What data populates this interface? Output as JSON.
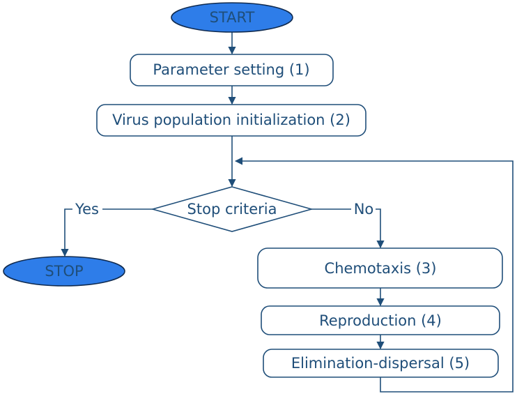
{
  "diagram": {
    "nodes": {
      "start": "START",
      "param": "Parameter setting (1)",
      "init": "Virus population initialization (2)",
      "stop_criteria": "Stop criteria",
      "stop": "STOP",
      "chemotaxis": "Chemotaxis (3)",
      "reproduction": "Reproduction (4)",
      "elimination": "Elimination-dispersal (5)"
    },
    "edges": {
      "yes": "Yes",
      "no": "No"
    },
    "colors": {
      "stroke": "#1f4e79",
      "terminal_fill": "#2e7de9",
      "terminal_text": "#1a3f73",
      "text": "#1f4e79"
    }
  }
}
